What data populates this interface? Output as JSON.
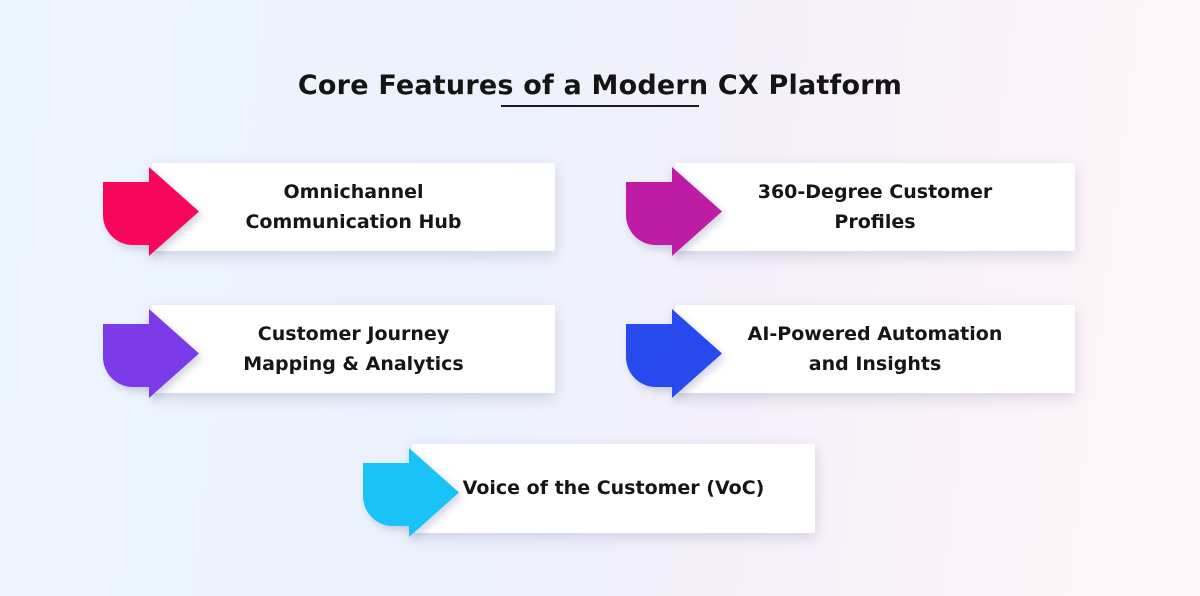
{
  "title": {
    "text": "Core Features of a Modern CX Platform",
    "underline_color": "#1b1b1b"
  },
  "features": [
    {
      "label": "Omnichannel\nCommunication Hub",
      "color": "#F8055C",
      "arrow": "right-arrow"
    },
    {
      "label": "360-Degree Customer\nProfiles",
      "color": "#BF1CA6",
      "arrow": "right-arrow"
    },
    {
      "label": "Customer Journey\nMapping & Analytics",
      "color": "#7C3BE9",
      "arrow": "right-arrow"
    },
    {
      "label": "AI-Powered Automation\nand Insights",
      "color": "#2749EE",
      "arrow": "right-arrow"
    },
    {
      "label": "Voice of the Customer (VoC)",
      "color": "#1AC3F7",
      "arrow": "right-arrow"
    }
  ],
  "colors": {
    "background_left": "#edf5fd",
    "background_right": "#fdf4f8",
    "card_background": "#ffffff",
    "text": "#161616"
  }
}
